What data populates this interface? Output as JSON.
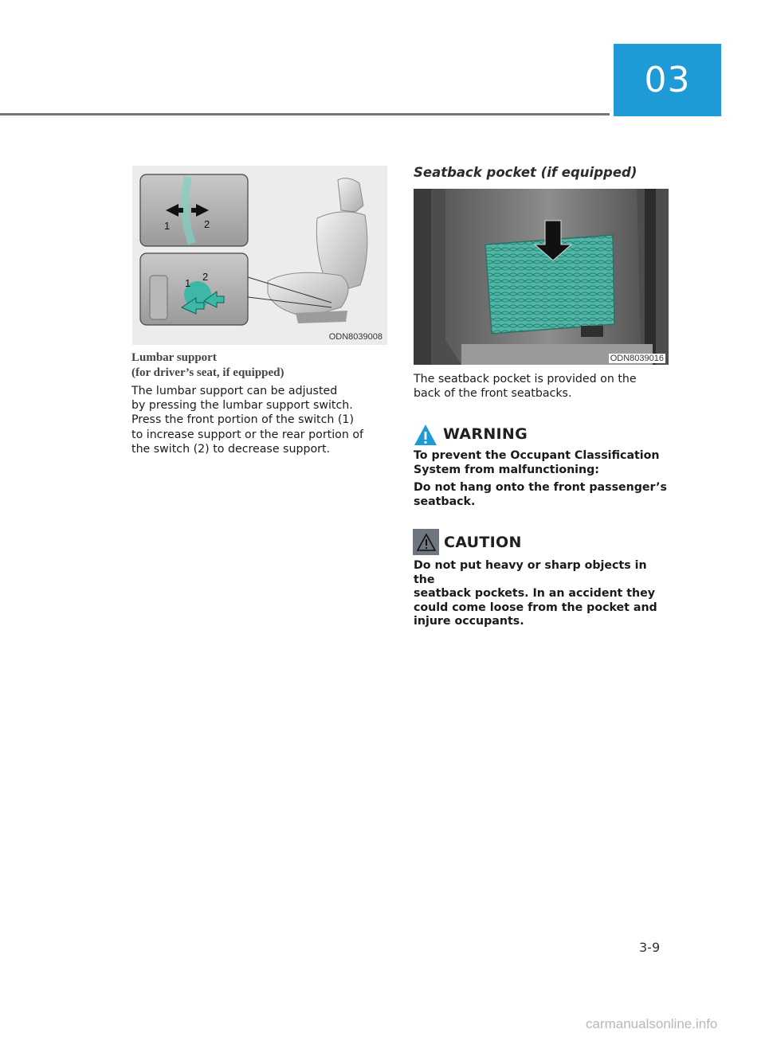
{
  "chapter": {
    "number": "03",
    "tab_color": "#1e9ad6"
  },
  "left_column": {
    "figure_code": "ODN8039008",
    "figure_callouts": [
      "1",
      "2",
      "1",
      "2"
    ],
    "heading_lines": [
      "Lumbar support",
      "(for driver’s seat, if equipped)"
    ],
    "body_lines": [
      "The lumbar support can be adjusted",
      "by pressing the lumbar support switch.",
      "Press the front portion of the switch (1)",
      "to increase support or the rear portion of",
      "the switch (2) to decrease support."
    ]
  },
  "right_column": {
    "section_title": "Seatback pocket (if equipped)",
    "figure_code": "ODN8039016",
    "body_lines": [
      "The seatback pocket is provided on the",
      "back of the front seatbacks."
    ],
    "warning": {
      "label": "WARNING",
      "icon": "warning-triangle-icon",
      "icon_color": "#1e9ad6",
      "paragraphs": [
        [
          "To prevent the Occupant Classification",
          "System from malfunctioning:"
        ],
        [
          "Do not hang onto the front passenger’s",
          "seatback."
        ]
      ]
    },
    "caution": {
      "label": "CAUTION",
      "icon": "caution-triangle-icon",
      "icon_color": "#6f7680",
      "paragraphs": [
        [
          "Do not put heavy or sharp objects in the",
          "seatback pockets. In an accident they",
          "could come loose from the pocket and",
          "injure occupants."
        ]
      ]
    }
  },
  "footer": {
    "page_number": "3-9",
    "watermark": "carmanualsonline.info"
  }
}
